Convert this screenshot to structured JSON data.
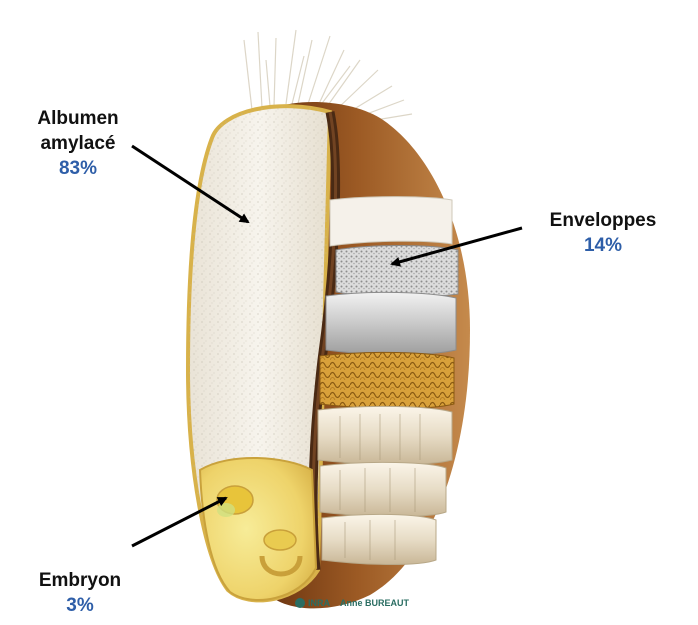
{
  "labels": {
    "albumen": {
      "name_line1": "Albumen",
      "name_line2": "amylacé",
      "percent": "83%"
    },
    "enveloppes": {
      "name": "Enveloppes",
      "percent": "14%"
    },
    "embryon": {
      "name": "Embryon",
      "percent": "3%"
    }
  },
  "credit": {
    "logo": "INRA",
    "author": "Anne BUREAUT"
  },
  "colors": {
    "percent_text": "#2E5EA8",
    "label_text": "#111111",
    "bran_brown": "#8B4A1E",
    "endosperm_white": "#F3EFE6",
    "germ_yellow": "#F3E07A",
    "aleurone_gold": "#D7A43A"
  }
}
